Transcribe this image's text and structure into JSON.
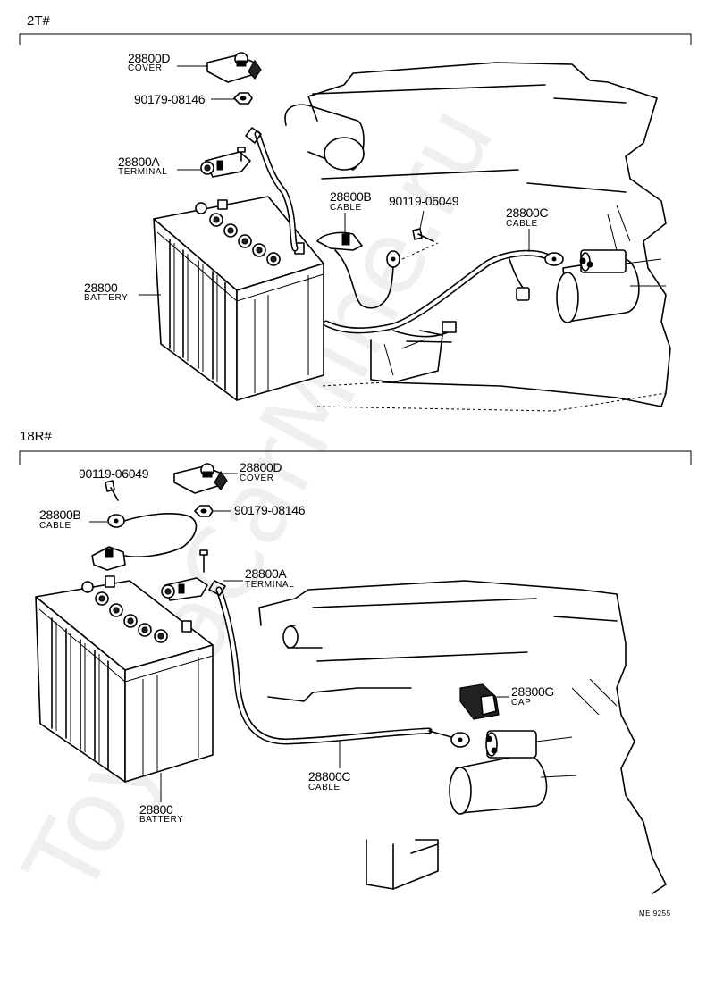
{
  "sections": [
    {
      "label": "2T#",
      "parts": [
        {
          "number": "28800D",
          "name": "COVER"
        },
        {
          "number": "90179-08146",
          "name": ""
        },
        {
          "number": "28800A",
          "name": "TERMINAL"
        },
        {
          "number": "28800B",
          "name": "CABLE"
        },
        {
          "number": "90119-06049",
          "name": ""
        },
        {
          "number": "28800C",
          "name": "CABLE"
        },
        {
          "number": "28800",
          "name": "BATTERY"
        }
      ]
    },
    {
      "label": "18R#",
      "parts": [
        {
          "number": "90119-06049",
          "name": ""
        },
        {
          "number": "28800D",
          "name": "COVER"
        },
        {
          "number": "90179-08146",
          "name": ""
        },
        {
          "number": "28800B",
          "name": "CABLE"
        },
        {
          "number": "28800A",
          "name": "TERMINAL"
        },
        {
          "number": "28800G",
          "name": "CAP"
        },
        {
          "number": "28800C",
          "name": "CABLE"
        },
        {
          "number": "28800",
          "name": "BATTERY"
        }
      ]
    }
  ],
  "reference": "ME 9255",
  "watermark": "ToyotaCarMine.ru"
}
